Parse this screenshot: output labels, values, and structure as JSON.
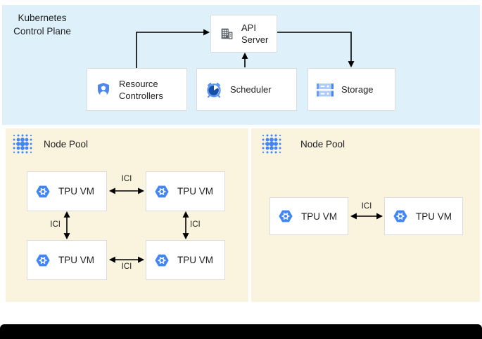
{
  "diagram": {
    "control_plane": {
      "label": "Kubernetes Control Plane",
      "api_server": "API Server",
      "resource_controllers": "Resource Controllers",
      "scheduler": "Scheduler",
      "storage": "Storage"
    },
    "node_pool_left": {
      "label": "Node Pool",
      "tpu_vm_count": 4
    },
    "node_pool_right": {
      "label": "Node Pool",
      "tpu_vm_count": 2
    },
    "tpu_vm": "TPU VM",
    "ici": "ICI",
    "icons": {
      "api_server": "building-icon",
      "resource_controllers": "shield-user-icon",
      "scheduler": "alarm-clock-icon",
      "storage": "storage-disks-icon",
      "node_pool": "dot-cluster-icon",
      "tpu_vm": "tpu-hexagon-icon"
    },
    "colors": {
      "control_plane_bg": "#def1fb",
      "node_pool_bg": "#faf3dd",
      "box_border": "#dadce0",
      "google_blue": "#4285f4",
      "light_blue": "#aecbfa",
      "medium_blue": "#669df6",
      "dark_pie_blue": "#174ea6",
      "icon_gray": "#5f6368",
      "text": "#1f1f1f",
      "arrow": "#000000",
      "footer_bar": "#000000"
    }
  }
}
